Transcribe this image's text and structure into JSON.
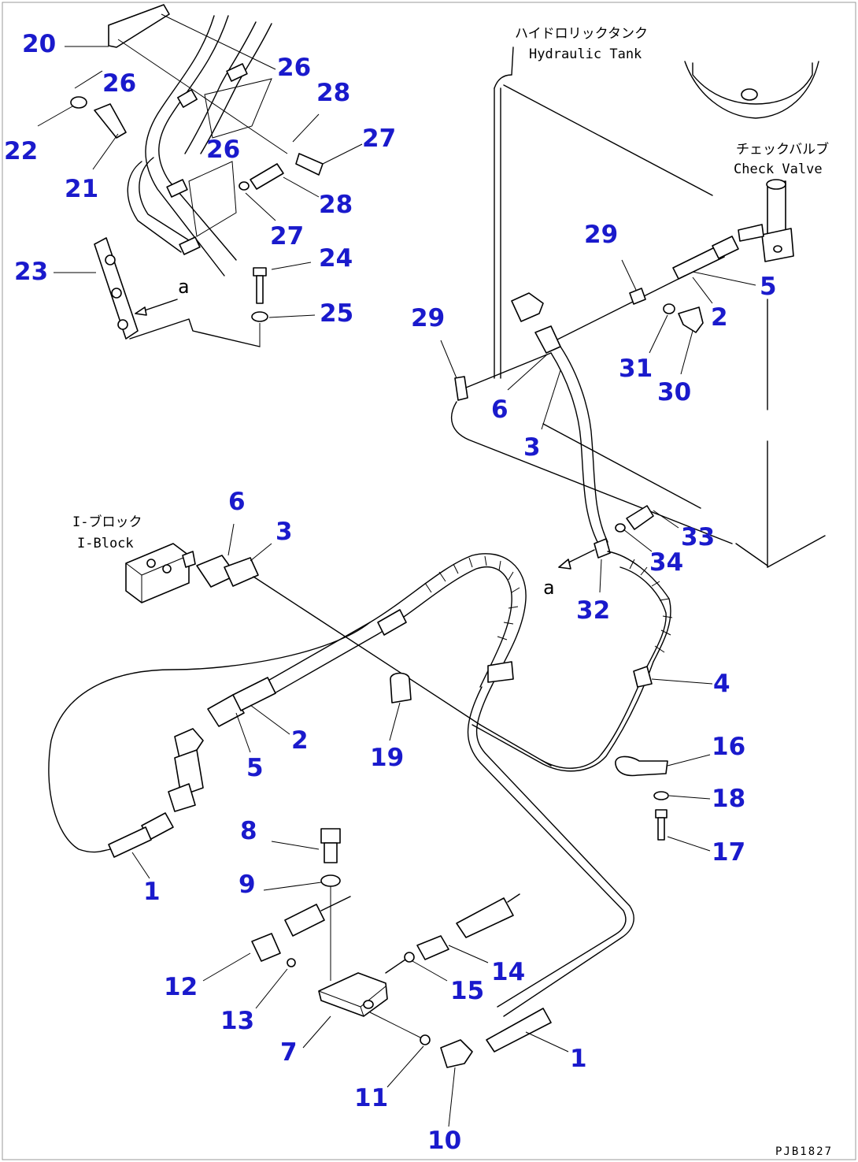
{
  "diagram": {
    "captions": {
      "tank_jp": "ハイドロリックタンク",
      "tank_en": "Hydraulic Tank",
      "check_valve_jp": "チェックバルブ",
      "check_valve_en": "Check Valve",
      "block_jp": "I-ブロック",
      "block_en": "I-Block",
      "view_mark_upper": "a",
      "view_mark_lower": "a"
    },
    "drawing_id": "PJB1827",
    "callouts": {
      "n20": "20",
      "n26a": "26",
      "n26b": "26",
      "n26c": "26",
      "n28a": "28",
      "n28b": "28",
      "n27a": "27",
      "n27b": "27",
      "n22": "22",
      "n21": "21",
      "n23": "23",
      "n24": "24",
      "n25": "25",
      "n29a": "29",
      "n29b": "29",
      "n5a": "5",
      "n2a": "2",
      "n31": "31",
      "n30": "30",
      "n6a": "6",
      "n3a": "3",
      "n6b": "6",
      "n3b": "3",
      "n33": "33",
      "n34": "34",
      "n32": "32",
      "n4": "4",
      "n2b": "2",
      "n5b": "5",
      "n19": "19",
      "n16": "16",
      "n18": "18",
      "n17": "17",
      "n8": "8",
      "n9": "9",
      "n1a": "1",
      "n12": "12",
      "n14": "14",
      "n13": "13",
      "n15": "15",
      "n7": "7",
      "n1b": "1",
      "n11": "11",
      "n10": "10"
    }
  }
}
